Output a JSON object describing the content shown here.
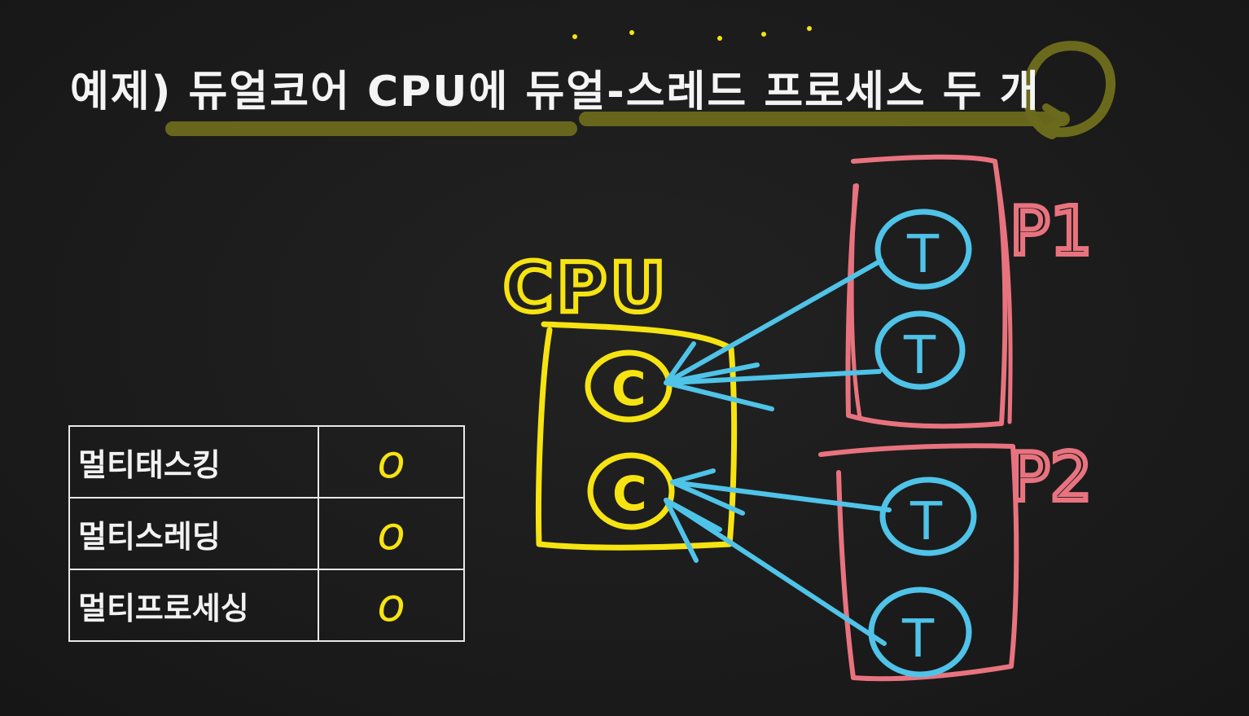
{
  "title": "예제) 듀얼코어 CPU에 듀얼-스레드 프로세스 두 개",
  "diagram": {
    "cpu_label": "CPU",
    "core_label": "C",
    "thread_label": "T",
    "process_labels": [
      "P1",
      "P2"
    ]
  },
  "table": {
    "rows": [
      {
        "label": "멀티태스킹",
        "mark": "o"
      },
      {
        "label": "멀티스레딩",
        "mark": "o"
      },
      {
        "label": "멀티프로세싱",
        "mark": "o"
      }
    ]
  },
  "colors": {
    "highlight": "#6b6a1c",
    "cpu": "#f6e312",
    "thread": "#4fc3e8",
    "process": "#e8737f",
    "chalk": "#f4f4f4"
  }
}
